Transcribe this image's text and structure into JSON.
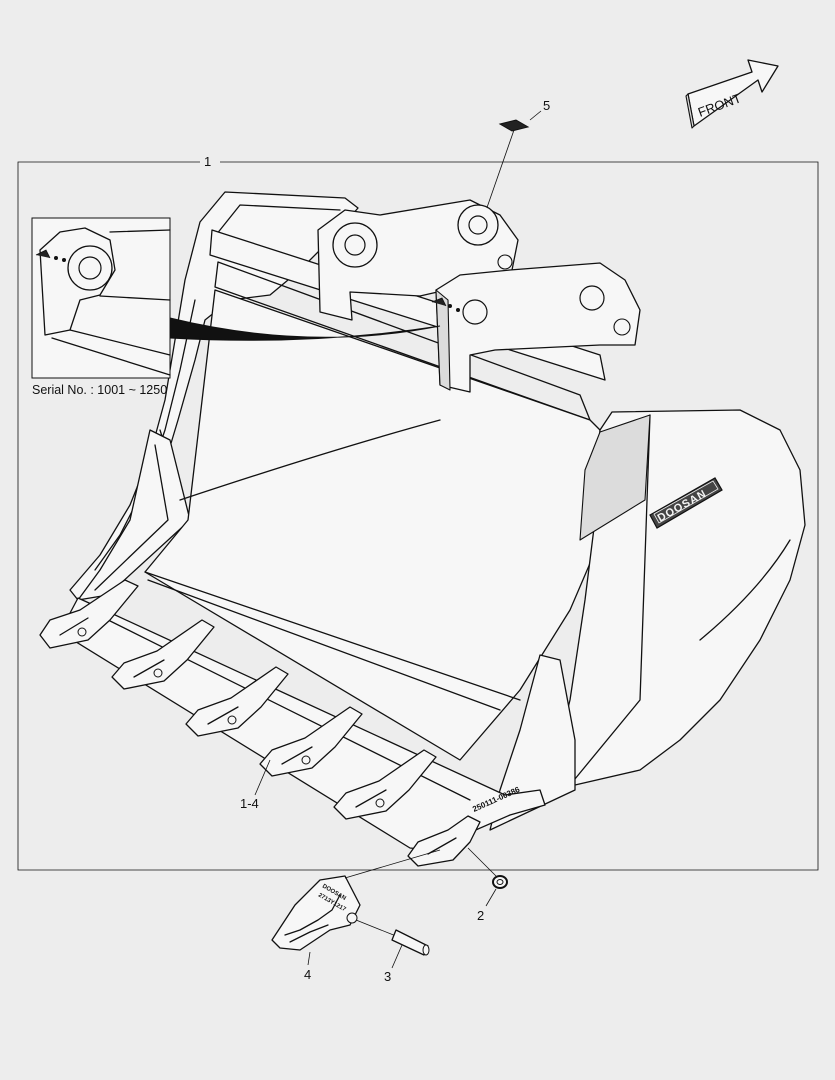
{
  "callouts": {
    "assembly": "1",
    "washer": "2",
    "pin": "3",
    "tooth": "4",
    "decal": "5",
    "teeth_range": "1-4"
  },
  "detail": {
    "serial_label": "Serial No. : 1001 ~ 1250"
  },
  "front_arrow": {
    "label": "FRONT"
  },
  "bucket": {
    "brand": "DOOSAN",
    "part_number": "250111-00386"
  },
  "tooth_detail": {
    "brand": "DOOSAN",
    "part_number": "2713Y1217"
  },
  "colors": {
    "background": "#ededed",
    "line": "#111111",
    "panel": "#f7f7f7"
  }
}
